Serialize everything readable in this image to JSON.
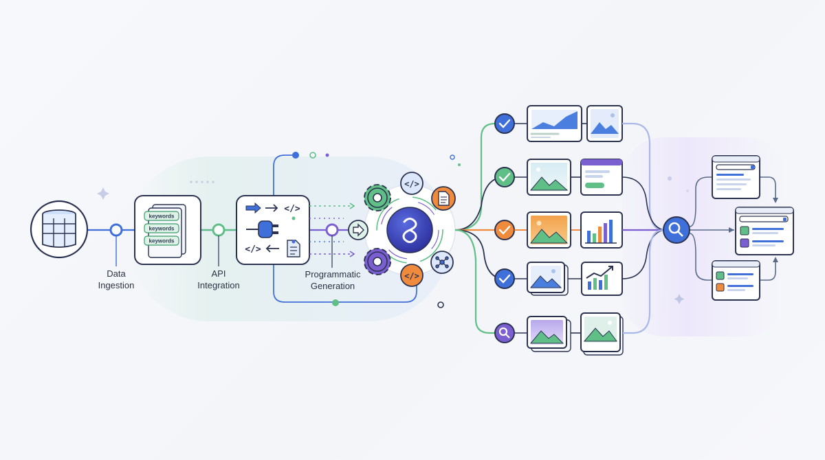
{
  "stages": {
    "data_ingestion": "Data\nIngestion",
    "api_integration": "API\nIntegration",
    "programmatic_generation": "Programmatic\nGeneration"
  },
  "keyword_tags": [
    "keywords",
    "keywords",
    "keywords"
  ],
  "code_tags": {
    "api_top": "</>",
    "api_bottom": "</>",
    "hub_top": "</>",
    "hub_bottom": "</>"
  },
  "colors": {
    "blue": "#3f6fd9",
    "green": "#5fbf86",
    "orange": "#f08a3c",
    "purple": "#7b5fd0",
    "navy": "#2a3250",
    "hub": "#3a3fb8"
  },
  "icons": {
    "source": "database-icon",
    "ingestion": "keyword-documents-icon",
    "api": "plug-icon",
    "hub": "ai-hub-icon",
    "search": "search-icon",
    "checks": [
      "check-icon",
      "check-icon",
      "check-icon",
      "check-icon",
      "search-icon"
    ],
    "outputs": [
      "web-page-icon",
      "web-page-icon",
      "web-page-icon"
    ]
  }
}
